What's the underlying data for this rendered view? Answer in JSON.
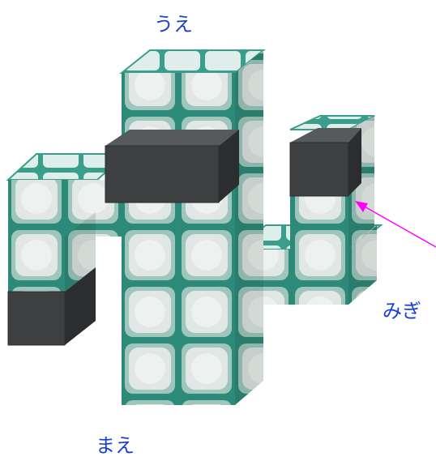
{
  "labels": {
    "top": "うえ",
    "front": "まえ",
    "right": "みぎ"
  },
  "colors": {
    "label": "#1a3fd6",
    "arrow": "#ff00ff",
    "block_outline": "#3a9e8c",
    "block_dark_outline": "#2f8a78",
    "block_face": "#e4e9e6",
    "block_face_side": "#c9d0cc",
    "block_top": "#e9f3f0",
    "stone_front": "#3d3f40",
    "stone_top": "#565a5b",
    "stone_side": "#2b2d2e"
  },
  "icons": {
    "arrow": "pointer-arrow-icon",
    "block": "sea-lantern-block",
    "stone": "dark-stone-block"
  }
}
